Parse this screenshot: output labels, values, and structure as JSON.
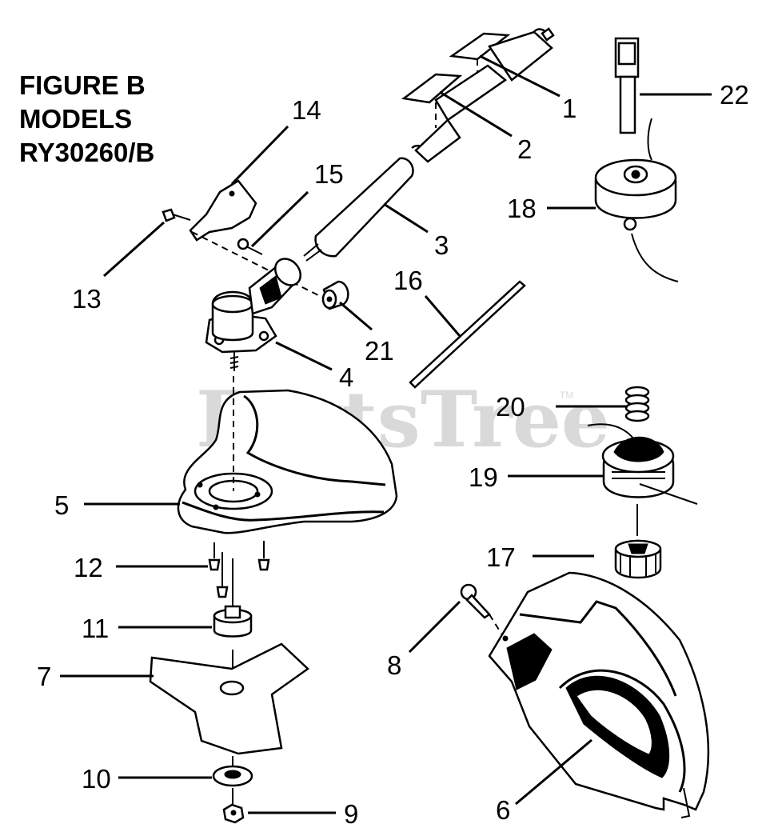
{
  "title": [
    "FIGURE B",
    "MODELS",
    "RY30260/B"
  ],
  "watermark": "PartsTree",
  "watermark_mark": "TM",
  "callouts": [
    {
      "id": "c1",
      "label": "1"
    },
    {
      "id": "c2",
      "label": "2"
    },
    {
      "id": "c3",
      "label": "3"
    },
    {
      "id": "c4",
      "label": "4"
    },
    {
      "id": "c5",
      "label": "5"
    },
    {
      "id": "c6",
      "label": "6"
    },
    {
      "id": "c7",
      "label": "7"
    },
    {
      "id": "c8",
      "label": "8"
    },
    {
      "id": "c9",
      "label": "9"
    },
    {
      "id": "c10",
      "label": "10"
    },
    {
      "id": "c11",
      "label": "11"
    },
    {
      "id": "c12",
      "label": "12"
    },
    {
      "id": "c13",
      "label": "13"
    },
    {
      "id": "c14",
      "label": "14"
    },
    {
      "id": "c15",
      "label": "15"
    },
    {
      "id": "c16",
      "label": "16"
    },
    {
      "id": "c17",
      "label": "17"
    },
    {
      "id": "c18",
      "label": "18"
    },
    {
      "id": "c19",
      "label": "19"
    },
    {
      "id": "c20",
      "label": "20"
    },
    {
      "id": "c21",
      "label": "21"
    },
    {
      "id": "c22",
      "label": "22"
    }
  ]
}
